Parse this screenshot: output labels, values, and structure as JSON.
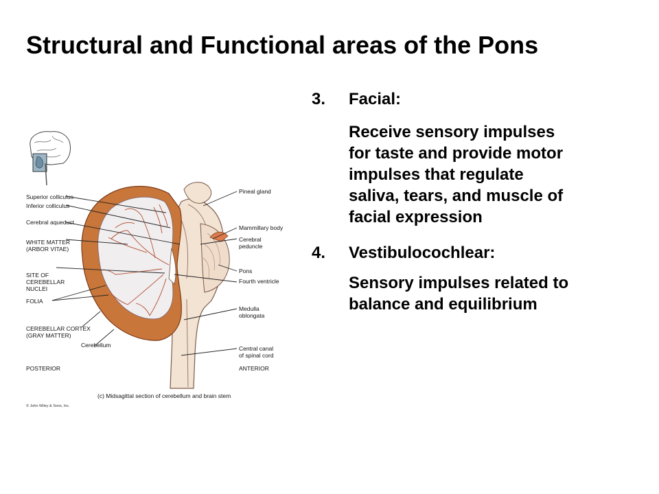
{
  "slide": {
    "title": "Structural and Functional areas of the Pons"
  },
  "points": [
    {
      "number": "3.",
      "heading": "Facial:",
      "body": "Receive sensory impulses\nfor taste and provide motor\nimpulses that regulate\nsaliva, tears, and muscle of\nfacial expression"
    },
    {
      "number": "4.",
      "heading": "Vestibulocochlear:",
      "body": "Sensory impulses related to\nbalance and equilibrium"
    }
  ],
  "figure": {
    "left_labels": {
      "superior_colliculus": "Superior colliculus",
      "inferior_colliculus": "Inferior colliculus",
      "cerebral_aqueduct": "Cerebral aqueduct",
      "white_matter": "WHITE MATTER\n(ARBOR VITAE)",
      "cerebellar_nuclei": "SITE OF\nCEREBELLAR\nNUCLEI",
      "folia": "FOLIA",
      "cerebellar_cortex": "CEREBELLAR CORTEX\n(GRAY MATTER)",
      "cerebellum": "Cerebellum",
      "posterior": "POSTERIOR"
    },
    "right_labels": {
      "pineal_gland": "Pineal gland",
      "mammillary_body": "Mammillary body",
      "cerebral_peduncle": "Cerebral peduncle",
      "pons": "Pons",
      "fourth_ventricle": "Fourth ventricle",
      "medulla_oblongata": "Medulla oblongata",
      "central_canal": "Central canal\nof spinal cord",
      "anterior": "ANTERIOR"
    },
    "caption": "(c) Midsagittal section of cerebellum and brain stem",
    "copyright": "© John Wiley & Sons, Inc.",
    "colors": {
      "gray_matter": "#c8763a",
      "white_matter": "#f1eef0",
      "folia_lines": "#b04a2a",
      "brainstem": "#f3e3d3",
      "leader_lines": "#222222"
    }
  }
}
